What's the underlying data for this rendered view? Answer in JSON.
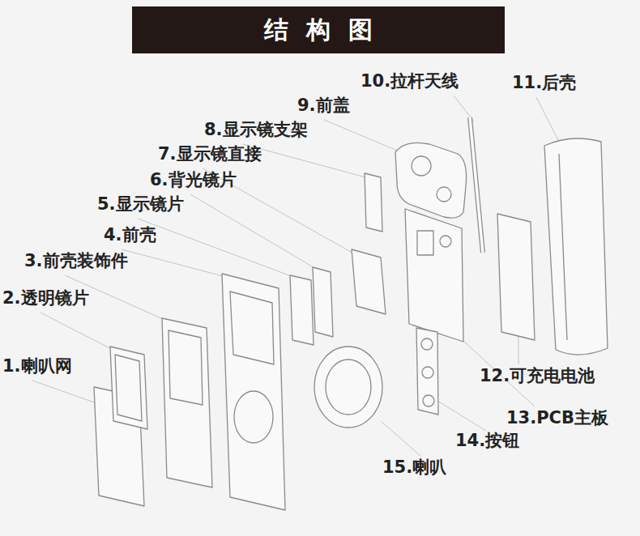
{
  "diagram": {
    "title": "结构图",
    "labels": [
      "10.拉杆天线",
      "11.后壳",
      "9.前盖",
      "8.显示镜支架",
      "7.显示镜直接",
      "6.背光镜片",
      "5.显示镜片",
      "4.前壳",
      "3.前壳装饰件",
      "2.透明镜片",
      "1.喇叭网",
      "12.可充电电池",
      "13.PCB主板",
      "14.按钮",
      "15.喇叭"
    ]
  }
}
